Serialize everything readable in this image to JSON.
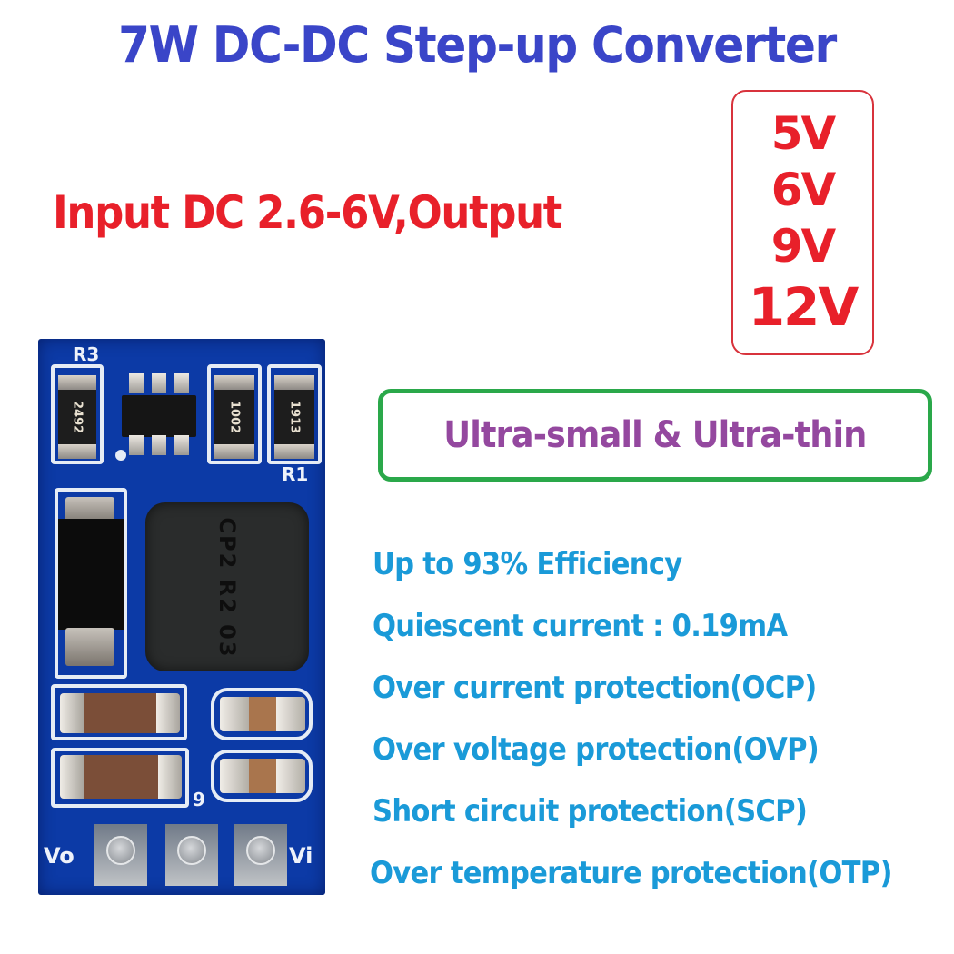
{
  "header": {
    "title": "7W DC-DC Step-up Converter"
  },
  "specs_line": {
    "input_text": "Input DC 2.6-6V,Output"
  },
  "output_voltages": [
    "5V",
    "6V",
    "9V",
    "12V"
  ],
  "feature_badge": {
    "text": "Ultra-small & Ultra-thin"
  },
  "features": [
    "Up to 93% Efficiency",
    "Quiescent current : 0.19mA",
    "Over current protection(OCP)",
    "Over voltage protection(OVP)",
    "Short circuit protection(SCP)",
    "Over temperature protection(OTP)"
  ],
  "pcb": {
    "labels": {
      "r3": "R3",
      "r1": "R1",
      "vo": "Vo",
      "vi": "Vi",
      "g": "9"
    },
    "resistor_codes": [
      "2492",
      "1002",
      "1913"
    ],
    "inductor_marking": "CP2 R2 03"
  },
  "colors": {
    "title": "#3a45c8",
    "input_red": "#e8202a",
    "voltage_box_border": "#d8333c",
    "feature_box_border": "#2aa84a",
    "feature_text": "#94489f",
    "spec_text": "#1a9ad8",
    "pcb_blue": "#0c3aa6"
  }
}
